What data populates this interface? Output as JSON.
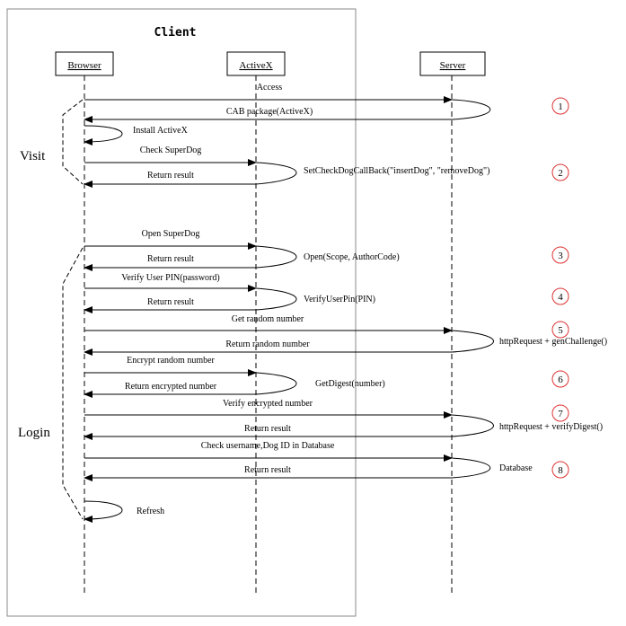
{
  "client_title": "Client",
  "participants": [
    {
      "id": "browser",
      "label": "Browser"
    },
    {
      "id": "activex",
      "label": "ActiveX"
    },
    {
      "id": "server",
      "label": "Server"
    }
  ],
  "phases": {
    "visit": "Visit",
    "login": "Login"
  },
  "steps": [
    "1",
    "2",
    "3",
    "4",
    "5",
    "6",
    "7",
    "8"
  ],
  "messages": [
    {
      "label": "Access"
    },
    {
      "label": "CAB package(ActiveX)"
    },
    {
      "label": "Install ActiveX"
    },
    {
      "label": "Check SuperDog"
    },
    {
      "label": "Return result"
    },
    {
      "label": "Open SuperDog"
    },
    {
      "label": "Return result"
    },
    {
      "label": "Verify User PIN(password)"
    },
    {
      "label": "Return result"
    },
    {
      "label": "Get random number"
    },
    {
      "label": "Return random number"
    },
    {
      "label": "Encrypt  random number"
    },
    {
      "label": "Return encrypted number"
    },
    {
      "label": "Verify encrypted number"
    },
    {
      "label": "Return result"
    },
    {
      "label": "Check username,Dog ID in Database"
    },
    {
      "label": "Return result"
    },
    {
      "label": "Refresh"
    }
  ],
  "self_calls": [
    {
      "label": "SetCheckDogCallBack(\"insertDog\", \"removeDog\")"
    },
    {
      "label": "Open(Scope, AuthorCode)"
    },
    {
      "label": "VerifyUserPin(PIN)"
    },
    {
      "label": "httpRequest + genChallenge()"
    },
    {
      "label": "GetDigest(number)"
    },
    {
      "label": "httpRequest + verifyDigest()"
    },
    {
      "label": "Database"
    }
  ]
}
